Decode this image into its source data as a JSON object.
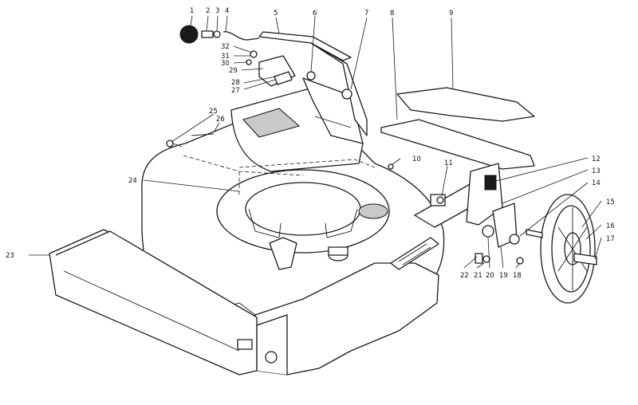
{
  "callouts": [
    {
      "id": "c1",
      "text": "1"
    },
    {
      "id": "c2",
      "text": "2"
    },
    {
      "id": "c3",
      "text": "3"
    },
    {
      "id": "c4",
      "text": "4"
    },
    {
      "id": "c5",
      "text": "5"
    },
    {
      "id": "c6",
      "text": "6"
    },
    {
      "id": "c7",
      "text": "7"
    },
    {
      "id": "c8",
      "text": "8"
    },
    {
      "id": "c9",
      "text": "9"
    },
    {
      "id": "c10",
      "text": "10"
    },
    {
      "id": "c11",
      "text": "11"
    },
    {
      "id": "c12",
      "text": "12"
    },
    {
      "id": "c13",
      "text": "13"
    },
    {
      "id": "c14",
      "text": "14"
    },
    {
      "id": "c15",
      "text": "15"
    },
    {
      "id": "c16",
      "text": "16"
    },
    {
      "id": "c17",
      "text": "17"
    },
    {
      "id": "c18",
      "text": "18"
    },
    {
      "id": "c19",
      "text": "19"
    },
    {
      "id": "c20",
      "text": "20"
    },
    {
      "id": "c21",
      "text": "21"
    },
    {
      "id": "c22",
      "text": "22"
    },
    {
      "id": "c23",
      "text": "23"
    },
    {
      "id": "c24",
      "text": "24"
    },
    {
      "id": "c25",
      "text": "25"
    },
    {
      "id": "c26",
      "text": "26"
    },
    {
      "id": "c27",
      "text": "27"
    },
    {
      "id": "c28",
      "text": "28"
    },
    {
      "id": "c29",
      "text": "29"
    },
    {
      "id": "c30",
      "text": "30"
    },
    {
      "id": "c31",
      "text": "31"
    },
    {
      "id": "c32",
      "text": "32"
    }
  ]
}
